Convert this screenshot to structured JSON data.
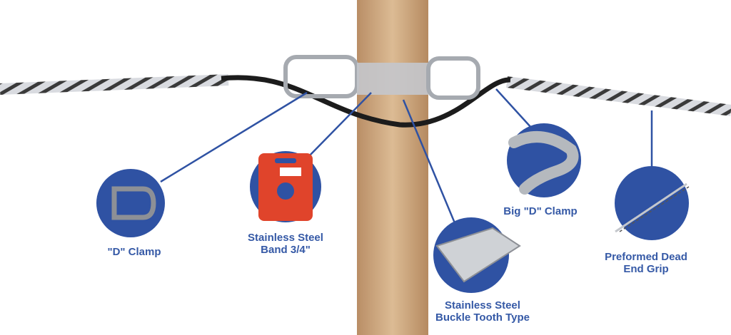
{
  "colors": {
    "accent": "#2f52a3",
    "label": "#3559a6",
    "pole": "#c9a17a",
    "cable": "#1c1c1c",
    "band": "#e0442b"
  },
  "callouts": [
    {
      "name": "d-clamp",
      "icon": "d-clamp-icon",
      "lines": [
        "\"D\" Clamp"
      ]
    },
    {
      "name": "stainless-steel-band",
      "icon": "band-reel-icon",
      "lines": [
        "Stainless Steel",
        "Band 3/4\""
      ]
    },
    {
      "name": "buckle-tooth-type",
      "icon": "buckle-icon",
      "lines": [
        "Stainless Steel",
        "Buckle Tooth Type"
      ]
    },
    {
      "name": "big-d-clamp",
      "icon": "big-d-clamp-icon",
      "lines": [
        "Big \"D\" Clamp"
      ]
    },
    {
      "name": "preformed-dead-end-grip",
      "icon": "dead-end-grip-icon",
      "lines": [
        "Preformed Dead",
        "End Grip"
      ]
    }
  ]
}
